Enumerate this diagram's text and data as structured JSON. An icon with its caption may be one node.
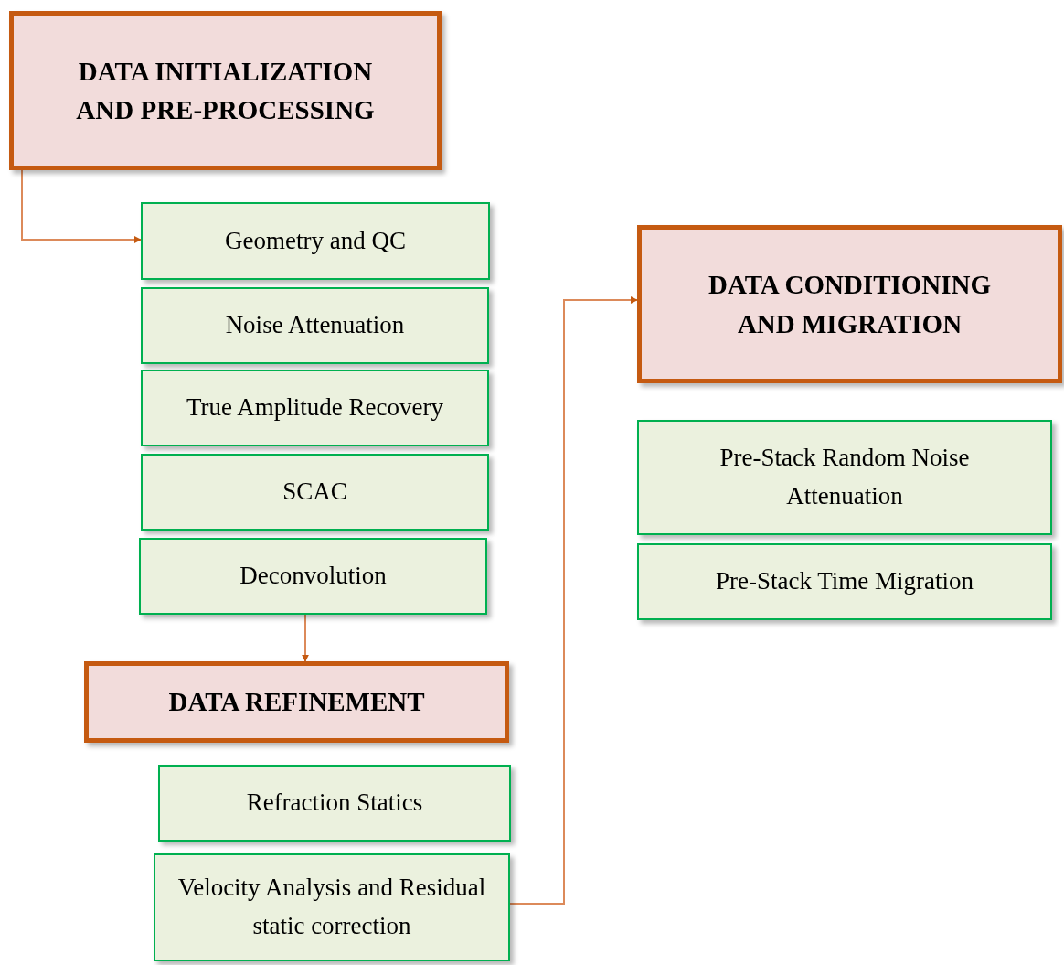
{
  "diagram": {
    "nodes": [
      {
        "text": [
          "DATA INITIALIZATION AND PRE-PROCESSING"
        ]
      },
      {
        "text": [
          "Geometry and QC"
        ]
      },
      {
        "text": [
          "Noise Attenuation"
        ]
      },
      {
        "text": [
          "True Amplitude Recovery"
        ]
      },
      {
        "text": [
          "SCAC"
        ]
      },
      {
        "text": [
          "Deconvolution"
        ]
      },
      {
        "text": [
          "DATA REFINEMENT"
        ]
      },
      {
        "text": [
          "Refraction Statics"
        ]
      },
      {
        "text": [
          "Velocity Analysis and Residual static correction"
        ]
      },
      {
        "text": [
          "DATA CONDITIONING AND MIGRATION"
        ]
      },
      {
        "text": [
          "Pre-Stack Random Noise Attenuation"
        ]
      },
      {
        "text": [
          "Pre-Stack Time Migration"
        ]
      }
    ],
    "edges": [
      {
        "from": 0,
        "to": 1,
        "arrow": "to"
      },
      {
        "from": 5,
        "to": 6,
        "arrow": "to"
      },
      {
        "from": 8,
        "to": 9,
        "arrow": "to"
      }
    ]
  }
}
